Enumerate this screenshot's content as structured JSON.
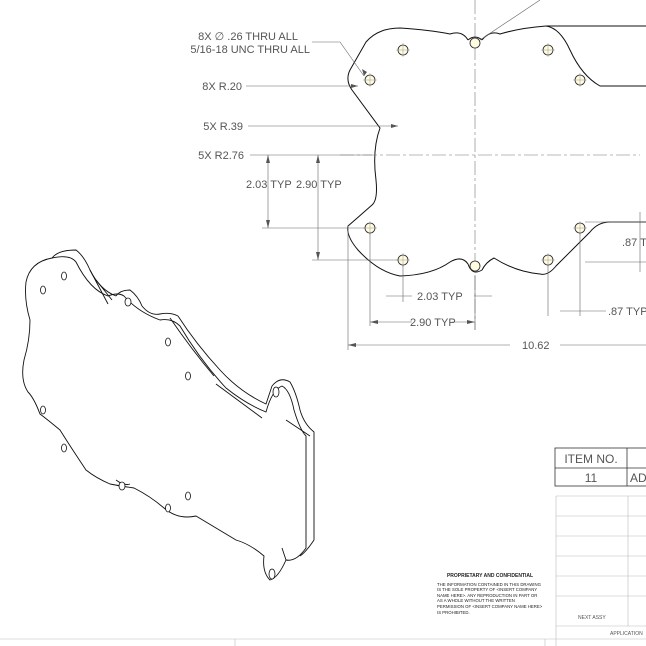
{
  "drawing": {
    "callouts": {
      "hole_count_dia": "8X ∅ .26 THRU ALL",
      "thread": "5/16-18 UNC  THRU ALL",
      "fillet_small": "8X R.20",
      "fillet_mid": "5X R.39",
      "fillet_large": "5X R2.76"
    },
    "dimensions": {
      "vert_inner": "2.03 TYP",
      "vert_outer": "2.90 TYP",
      "horiz_inner": "2.03 TYP",
      "horiz_outer": "2.90 TYP",
      "right_vert": ".87 T",
      "right_horiz": ".87 TYP",
      "overall_length": "10.62"
    }
  },
  "bom_table": {
    "header_item_no": "ITEM NO.",
    "header_part_no": "",
    "header_part_partial": "AD",
    "row_item": "11"
  },
  "title_block": {
    "proprietary_title": "PROPRIETARY AND CONFIDENTIAL",
    "proprietary_text": "THE INFORMATION CONTAINED IN THIS DRAWING IS THE SOLE PROPERTY OF <INSERT COMPANY NAME HERE>.  ANY REPRODUCTION IN PART OR AS A WHOLE WITHOUT THE WRITTEN PERMISSION OF <INSERT COMPANY NAME HERE> IS PROHIBITED.",
    "next_assy": "NEXT ASSY",
    "application": "APPLICATION"
  }
}
